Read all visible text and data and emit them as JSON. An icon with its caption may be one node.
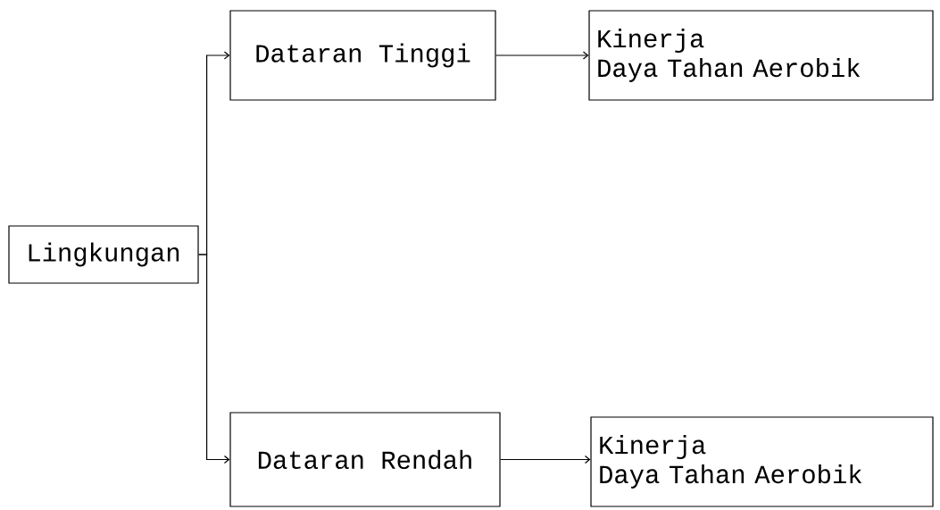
{
  "diagram": {
    "nodes": [
      {
        "text": [
          "Lingkungan"
        ]
      },
      {
        "text": [
          "Dataran Tinggi"
        ]
      },
      {
        "text": [
          "Kinerja",
          "Daya Tahan Aerobik"
        ]
      },
      {
        "text": [
          "Dataran Rendah"
        ]
      },
      {
        "text": [
          "Kinerja",
          "Daya Tahan Aerobik"
        ]
      }
    ],
    "edges": [
      {
        "from": 0,
        "to": 1,
        "arrow": "to"
      },
      {
        "from": 0,
        "to": 3,
        "arrow": "to"
      },
      {
        "from": 1,
        "to": 2,
        "arrow": "to"
      },
      {
        "from": 3,
        "to": 4,
        "arrow": "to"
      }
    ]
  }
}
